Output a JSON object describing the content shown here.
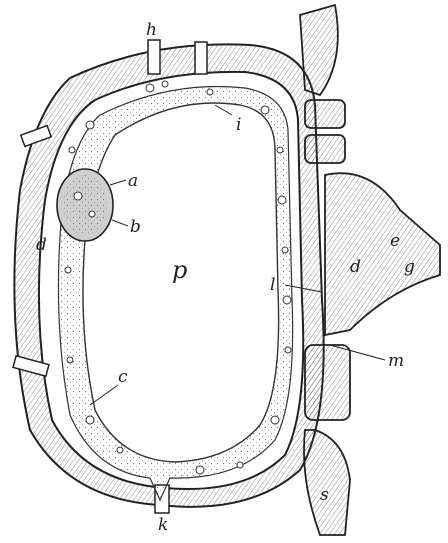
{
  "labels": {
    "h": "h",
    "i": "i",
    "a": "a",
    "b": "b",
    "d_left": "d",
    "p": "p",
    "c": "c",
    "l": "l",
    "m": "m",
    "e": "e",
    "g": "g",
    "d_right": "d",
    "k": "k",
    "s": "s"
  },
  "colors": {
    "ink": "#222222",
    "wall": "#f7f7f7",
    "cytoplasm": "#e9e9e9",
    "nucleus": "#bdbdbd",
    "background": "#ffffff"
  }
}
